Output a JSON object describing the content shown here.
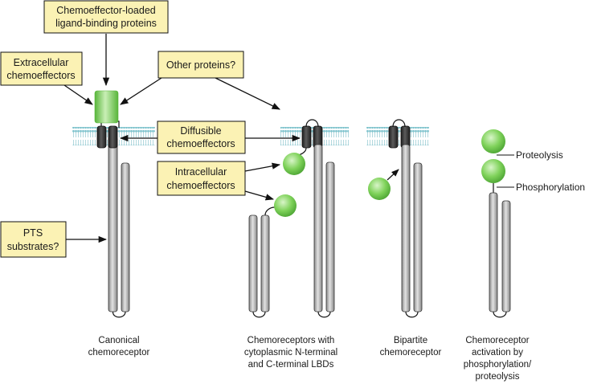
{
  "boxes": {
    "loaded": [
      "Chemoeffector-loaded",
      "ligand-binding proteins"
    ],
    "extracellular": [
      "Extracellular",
      "chemoeffectors"
    ],
    "other": [
      "Other proteins?"
    ],
    "diffusible": [
      "Diffusible",
      "chemoeffectors"
    ],
    "intracellular": [
      "Intracellular",
      "chemoeffectors"
    ],
    "pts": [
      "PTS",
      "substrates?"
    ]
  },
  "captions": {
    "canonical": [
      "Canonical",
      "chemoreceptor"
    ],
    "cytoplasmic": [
      "Chemoreceptors with",
      "cytoplasmic N-terminal",
      "and C-terminal LBDs"
    ],
    "bipartite": [
      "Bipartite",
      "chemoreceptor"
    ],
    "activation": [
      "Chemoreceptor",
      "activation by",
      "phosphorylation/",
      "proteolysis"
    ]
  },
  "labels": {
    "proteolysis": "Proteolysis",
    "phosphorylation": "Phosphorylation"
  },
  "colors": {
    "box_fill": "#fbf2b4",
    "green": "#6cc64a",
    "membrane": "#8ecbd4",
    "receptor_gray": "#b4b4b4",
    "tm_dark": "#3a3a3a"
  }
}
